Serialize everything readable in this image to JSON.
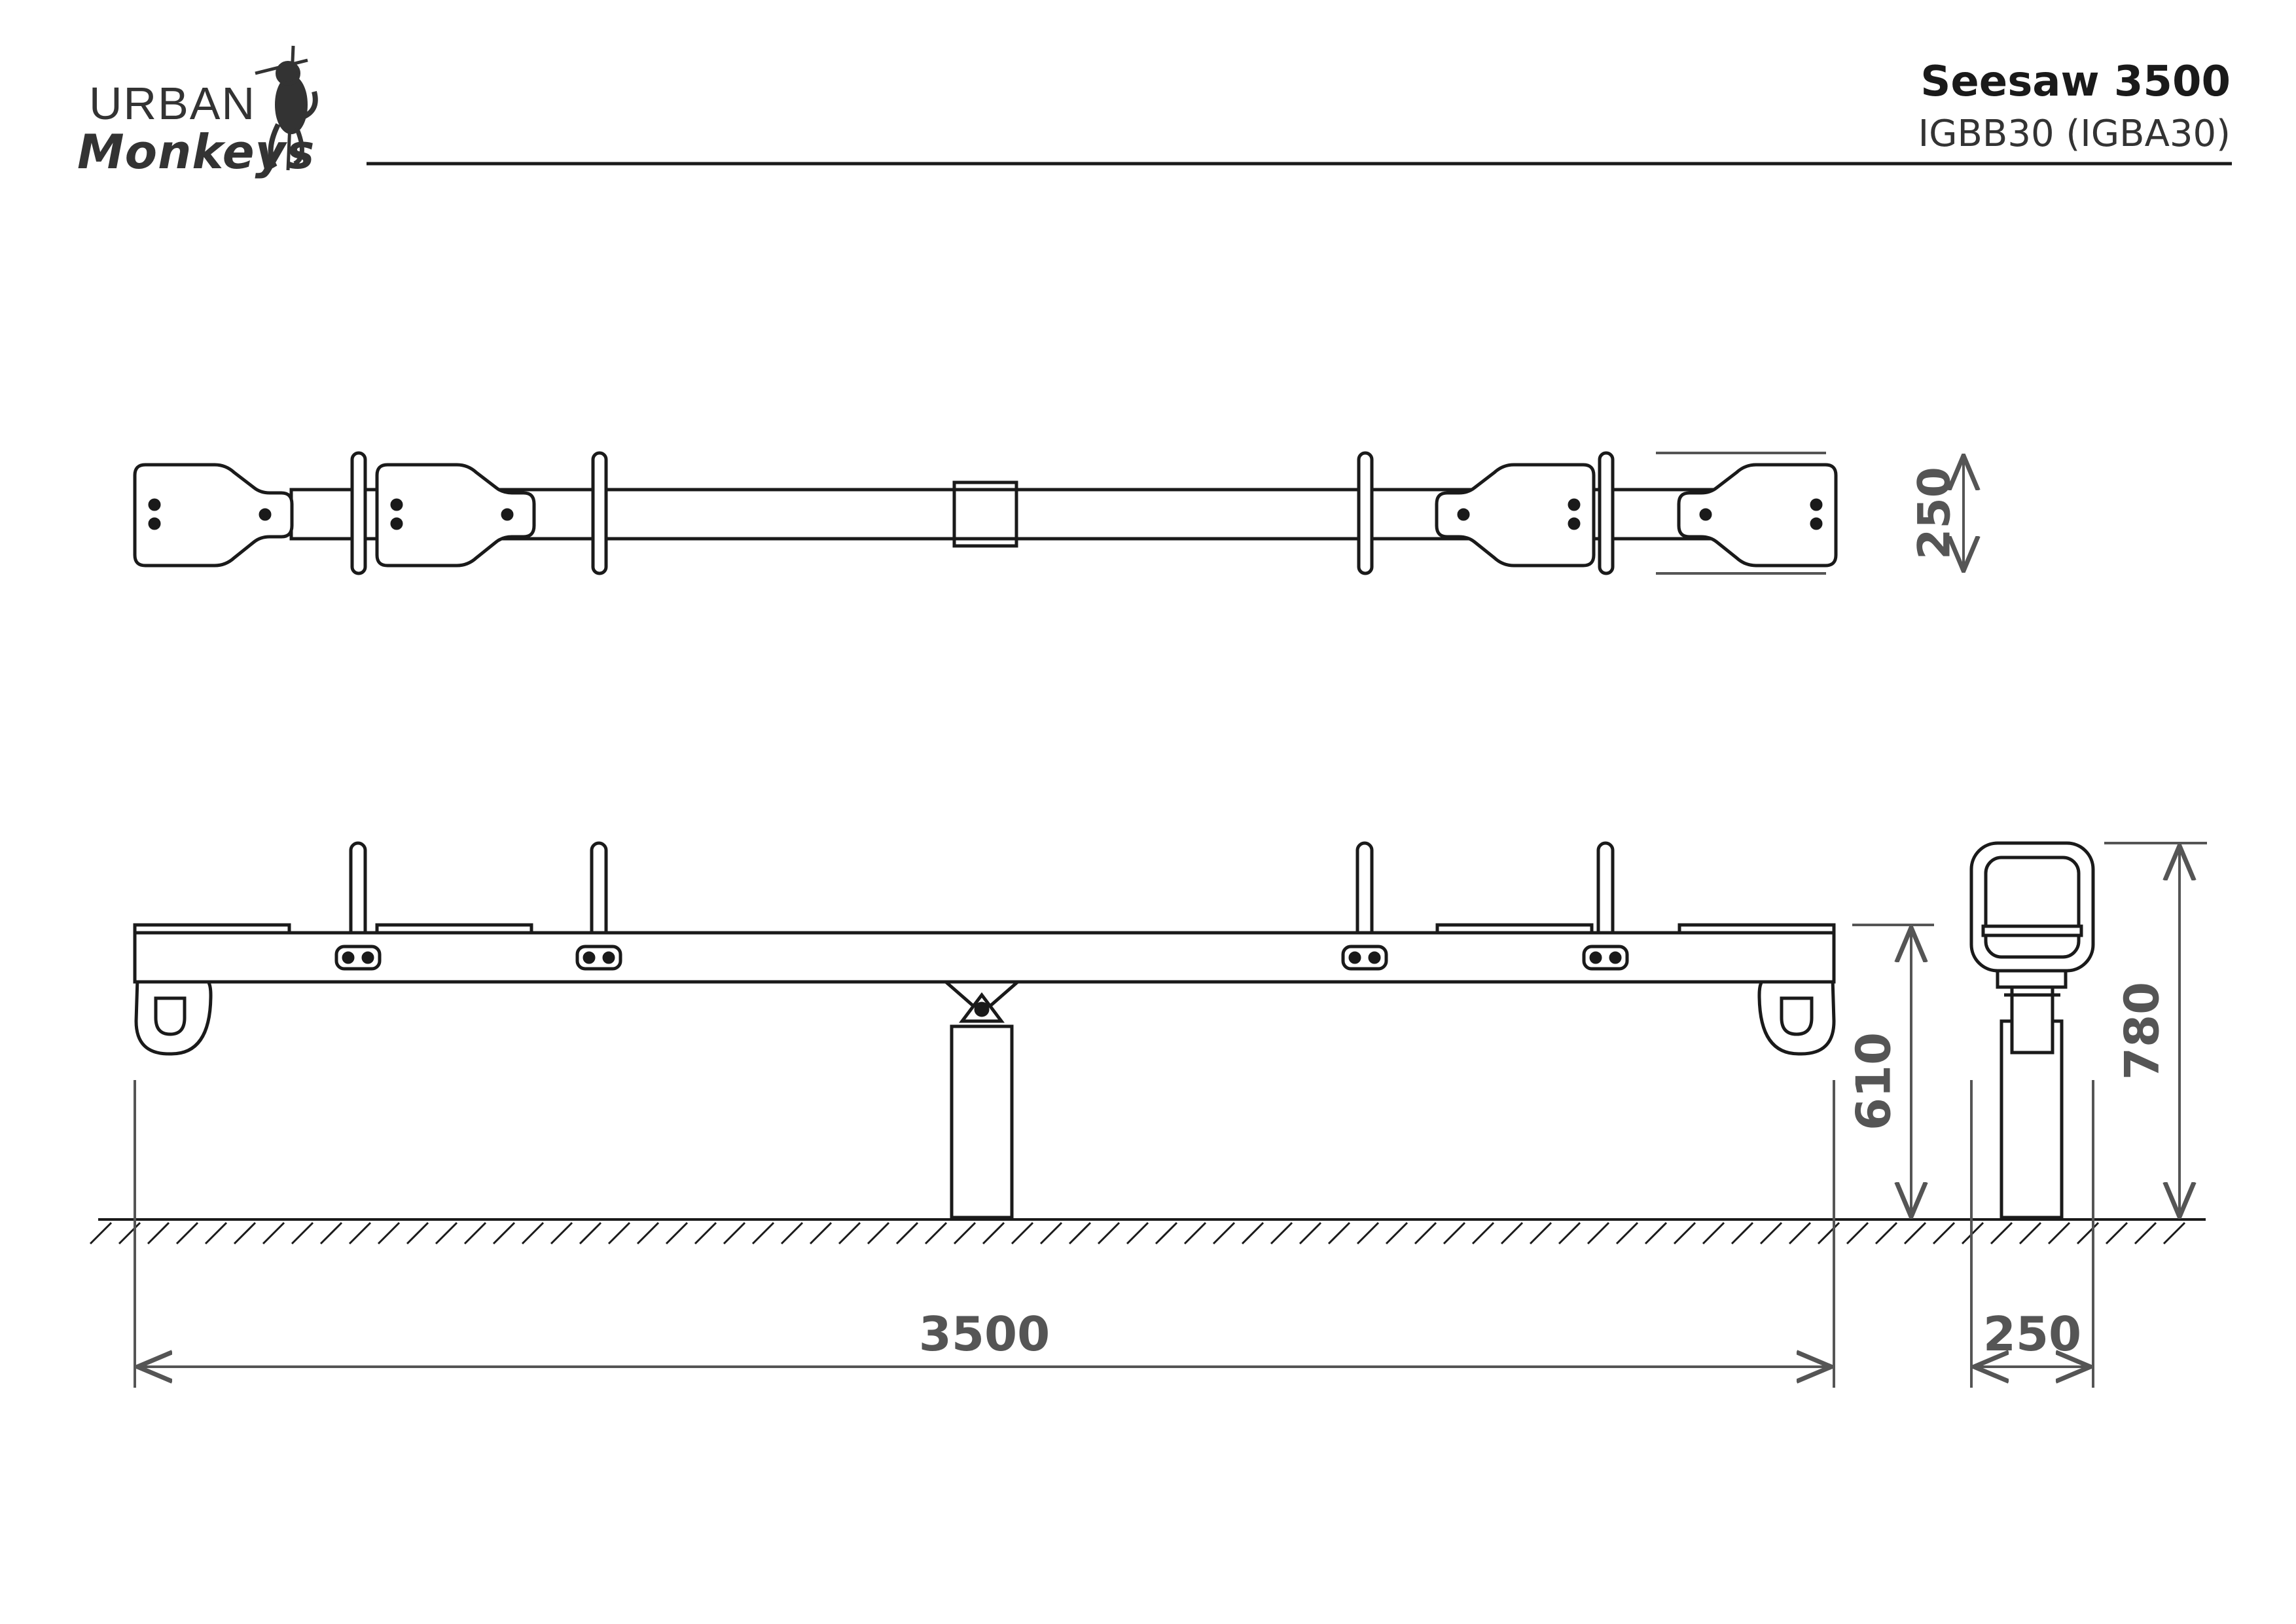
{
  "logo": {
    "line1": "URBAN",
    "line2": "Monkeys"
  },
  "title": "Seesaw 3500",
  "code": "IGBB30 (IGBA30)",
  "dimensions": {
    "plan_width": "250",
    "length": "3500",
    "seat_height": "610",
    "handle_height": "780",
    "side_width": "250"
  }
}
